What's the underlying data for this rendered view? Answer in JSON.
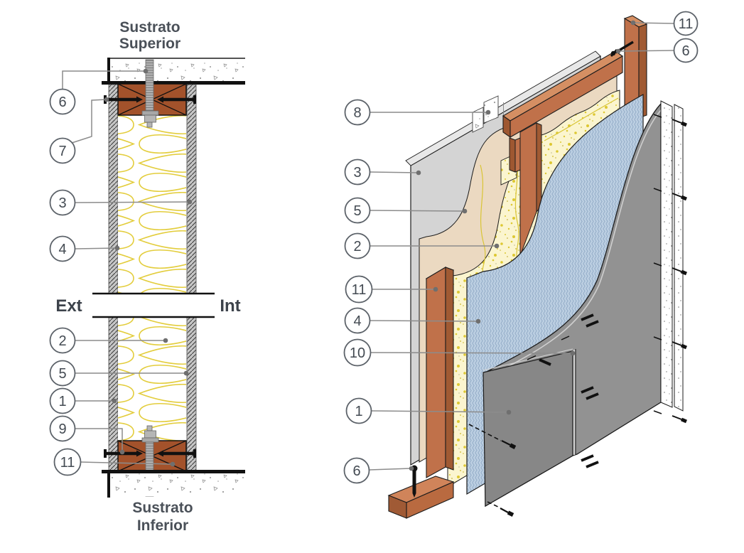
{
  "diagram": {
    "labels": {
      "top_substrate_line1": "Sustrato",
      "top_substrate_line2": "Superior",
      "bottom_substrate_line1": "Sustrato",
      "bottom_substrate_line2": "Inferior",
      "exterior": "Ext",
      "interior": "Int"
    },
    "section_callouts": [
      "6",
      "7",
      "3",
      "4",
      "2",
      "5",
      "1",
      "9",
      "11"
    ],
    "iso_callouts": [
      "8",
      "3",
      "5",
      "2",
      "11",
      "4",
      "10",
      "1",
      "6",
      "11",
      "6"
    ],
    "colors": {
      "wood_section": "#a3522b",
      "wood_face": "#c0714a",
      "wood_top": "#d58f63",
      "wood_side": "#a05a33",
      "panel_gray": "#d4d4d4",
      "panel_tan": "#ebd9c1",
      "insulation_bg": "#fbf5cf",
      "insulation_speck": "#ddc832",
      "insulation_wave": "#e3cd3c",
      "panel_blue": "#bccfe2",
      "blue_hatch": "#8ca6c2",
      "panel_dark": "#878787",
      "membrane_gray": "#929292",
      "leader_gray": "#8c8c8c",
      "text_gray": "#4a5058"
    }
  }
}
